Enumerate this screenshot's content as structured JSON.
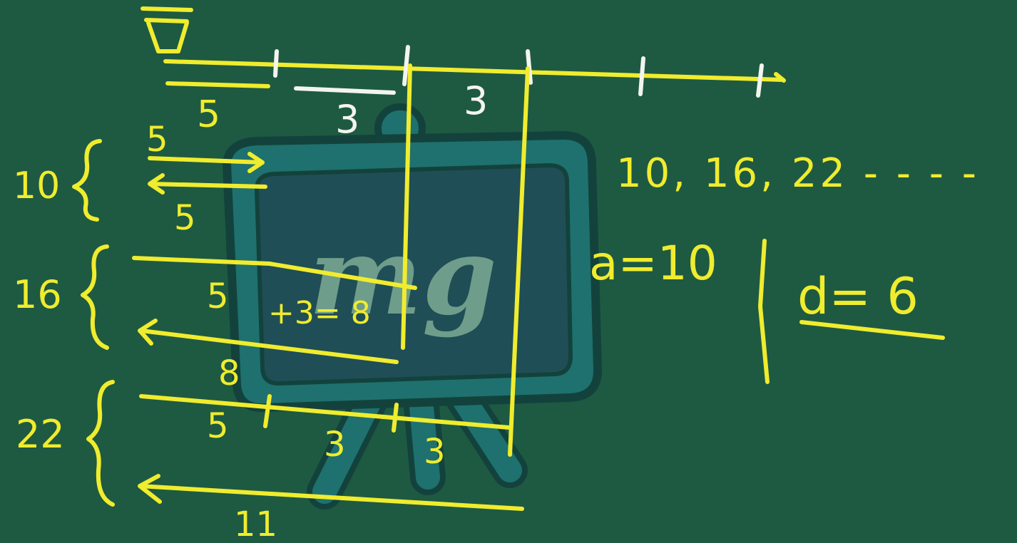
{
  "left_labels": {
    "ten": "10",
    "sixteen": "16",
    "twentytwo": "22"
  },
  "number_line": {
    "seg_5": "5",
    "seg_3a": "3",
    "seg_3b": "3"
  },
  "arrows": {
    "r1_top": "5",
    "r1_bottom": "5",
    "r2_mid": "5",
    "r2_eq": "+3= 8",
    "r2_bottom": "8",
    "r3_5": "5",
    "r3_3a": "3",
    "r3_3b": "3",
    "r3_bottom": "11"
  },
  "sequence": "10, 16, 22 - - - -",
  "a_value": "a=10",
  "d_value": "d= 6",
  "watermark": "mg",
  "colors": {
    "board": "#1e5a42",
    "chalk_yellow": "#f0ec2e",
    "chalk_white": "#f4f4ee",
    "logo_teal": "#1f7a80"
  }
}
